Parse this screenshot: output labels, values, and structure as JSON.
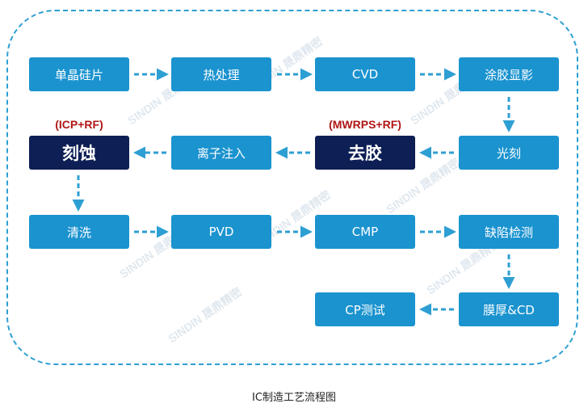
{
  "steps": {
    "wafer": "单晶硅片",
    "heat": "热处理",
    "cvd": "CVD",
    "coat": "涂胶显影",
    "litho": "光刻",
    "strip": "去胶",
    "ion": "离子注入",
    "etch": "刻蚀",
    "clean": "清洗",
    "pvd": "PVD",
    "cmp": "CMP",
    "defect": "缺陷检测",
    "film": "膜厚&CD",
    "cp": "CP测试"
  },
  "notes": {
    "etch_method": "(ICP+RF)",
    "strip_method": "(MWRPS+RF)"
  },
  "watermark": "SINDIN 晟鼎精密",
  "caption": "IC制造工艺流程图",
  "colors": {
    "step": "#1b93cf",
    "key_step": "#0d1f54",
    "arrow": "#2e9fd3",
    "note": "#b01515"
  }
}
